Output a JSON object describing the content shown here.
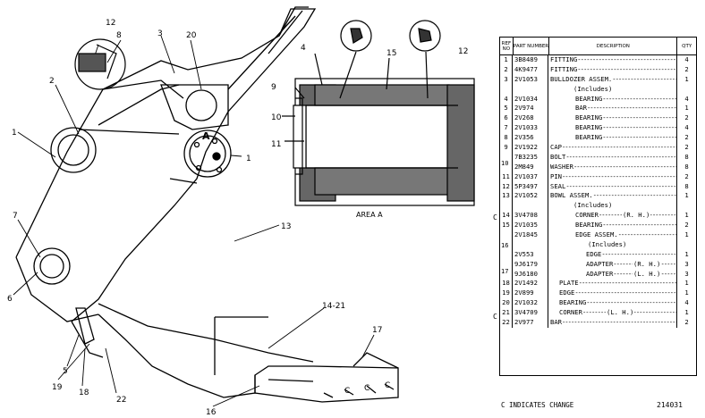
{
  "drawing": {
    "area_label": "AREA   A",
    "view_letter": "A",
    "callouts": [
      "12",
      "8",
      "3",
      "20",
      "2",
      "1",
      "9",
      "10",
      "11",
      "4",
      "15",
      "12",
      "1",
      "7",
      "6",
      "13",
      "14-21",
      "17",
      "5",
      "19",
      "18",
      "22",
      "16"
    ],
    "bar_letters": [
      "C",
      "C",
      "C"
    ]
  },
  "table": {
    "headers": {
      "ref": "REF NO",
      "part": "PART NUMBER",
      "desc": "DESCRIPTION",
      "qty": "QTY"
    },
    "rows": [
      {
        "ref": "1",
        "part": "3B8489",
        "desc": "FITTING",
        "qty": "4"
      },
      {
        "ref": "2",
        "part": "4K9477",
        "desc": "FITTING",
        "qty": "2"
      },
      {
        "ref": "3",
        "part": "2V1053",
        "desc": "BULLDOZER ASSEM.",
        "qty": "1"
      },
      {
        "ref": "",
        "part": "",
        "desc": "(Includes)",
        "qty": ""
      },
      {
        "ref": "4",
        "part": "2V1034",
        "desc": "BEARING",
        "qty": "4"
      },
      {
        "ref": "5",
        "part": "2V974",
        "desc": "BAR",
        "qty": "1"
      },
      {
        "ref": "6",
        "part": "2V268",
        "desc": "BEARING",
        "qty": "2"
      },
      {
        "ref": "7",
        "part": "2V1033",
        "desc": "BEARING",
        "qty": "4"
      },
      {
        "ref": "8",
        "part": "2V356",
        "desc": "BEARING",
        "qty": "2"
      },
      {
        "ref": "9",
        "part": "2V1922",
        "desc": "CAP",
        "qty": "2"
      },
      {
        "ref": "",
        "part": "7B3235",
        "desc": "BOLT",
        "qty": "8"
      },
      {
        "ref": "",
        "part": "2M849",
        "desc": "WASHER",
        "qty": "8"
      },
      {
        "ref": "11",
        "part": "2V1037",
        "desc": "PIN",
        "qty": "2"
      },
      {
        "ref": "12",
        "part": "5P3497",
        "desc": "SEAL",
        "qty": "8"
      },
      {
        "ref": "13",
        "part": "2V1052",
        "desc": "BOWL ASSEM.",
        "qty": "1"
      },
      {
        "ref": "",
        "part": "",
        "desc": "(Includes)",
        "qty": ""
      },
      {
        "ref": "14",
        "part": "3V4708",
        "desc": "CORNER",
        "qty": "1",
        "suffix": "(R. H.)"
      },
      {
        "ref": "15",
        "part": "2V1035",
        "desc": "BEARING",
        "qty": "2"
      },
      {
        "ref": "",
        "part": "2V1845",
        "desc": "EDGE ASSEM.",
        "qty": "1"
      },
      {
        "ref": "",
        "part": "",
        "desc": "(Includes)",
        "qty": ""
      },
      {
        "ref": "",
        "part": "2V553",
        "desc": "EDGE",
        "qty": "1"
      },
      {
        "ref": "",
        "part": "9J6179",
        "desc": "ADAPTER",
        "qty": "3",
        "suffix": "(R. H.)"
      },
      {
        "ref": "",
        "part": "9J6180",
        "desc": "ADAPTER",
        "qty": "3",
        "suffix": "(L. H.)"
      },
      {
        "ref": "18",
        "part": "2V1492",
        "desc": "PLATE",
        "qty": "1"
      },
      {
        "ref": "19",
        "part": "2V899",
        "desc": "EDGE",
        "qty": "1"
      },
      {
        "ref": "20",
        "part": "2V1032",
        "desc": "BEARING",
        "qty": "4"
      },
      {
        "ref": "21",
        "part": "3V4709",
        "desc": "CORNER",
        "qty": "1",
        "suffix": "(L. H.)"
      },
      {
        "ref": "22",
        "part": "2V977",
        "desc": "BAR",
        "qty": "2"
      }
    ],
    "merged_refs": {
      "ref10": "10",
      "ref16": "16",
      "ref17": "17"
    },
    "change_marks": [
      "C",
      "C"
    ]
  },
  "footer": {
    "note": "C INDICATES CHANGE",
    "number": "214031"
  }
}
